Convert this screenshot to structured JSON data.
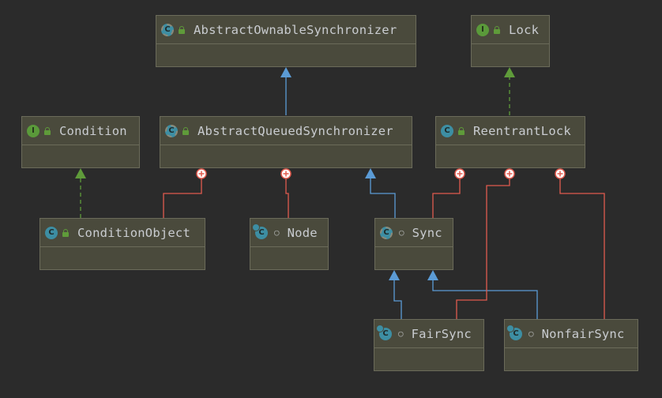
{
  "nodes": {
    "aos": {
      "label": "AbstractOwnableSynchronizer",
      "kind": "C",
      "icon": "abstract-class-icon",
      "modifier": "public"
    },
    "lock": {
      "label": "Lock",
      "kind": "I",
      "icon": "interface-icon",
      "modifier": "public"
    },
    "cond": {
      "label": "Condition",
      "kind": "I",
      "icon": "interface-icon",
      "modifier": "public"
    },
    "aqs": {
      "label": "AbstractQueuedSynchronizer",
      "kind": "C",
      "icon": "abstract-class-icon",
      "modifier": "public"
    },
    "rl": {
      "label": "ReentrantLock",
      "kind": "C",
      "icon": "class-icon",
      "modifier": "public"
    },
    "co": {
      "label": "ConditionObject",
      "kind": "C",
      "icon": "class-icon",
      "modifier": "public"
    },
    "node": {
      "label": "Node",
      "kind": "C",
      "icon": "static-class-icon",
      "modifier": "package"
    },
    "sync": {
      "label": "Sync",
      "kind": "C",
      "icon": "abstract-static-class-icon",
      "modifier": "package"
    },
    "fair": {
      "label": "FairSync",
      "kind": "C",
      "icon": "static-class-icon",
      "modifier": "package"
    },
    "nonfair": {
      "label": "NonfairSync",
      "kind": "C",
      "icon": "static-class-icon",
      "modifier": "package"
    }
  },
  "colors": {
    "background": "#2b2b2b",
    "box": "#4a4a3c",
    "extends": "#5b9bd5",
    "implements": "#5f9b3a",
    "inner": "#e05a4e"
  }
}
